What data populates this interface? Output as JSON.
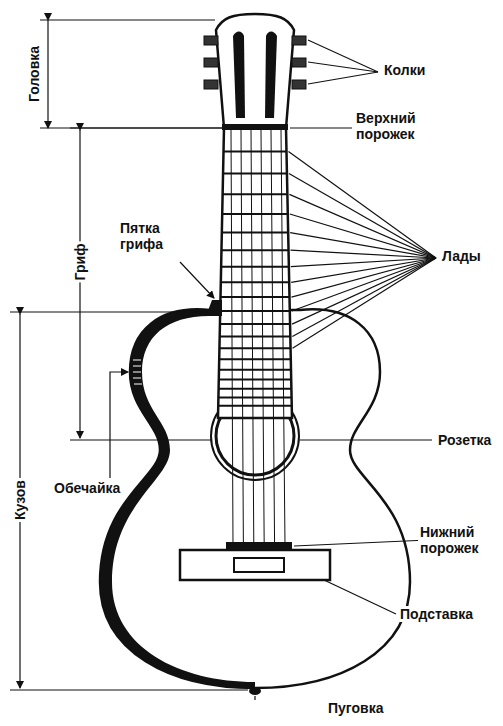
{
  "diagram": {
    "labels": [
      "Головка",
      "Колки",
      "Верхний порожек",
      "Гриф",
      "Пятка грифа",
      "Лады",
      "Розетка",
      "Обечайка",
      "Кузов",
      "Нижний порожек",
      "Подставка",
      "Пуговка"
    ]
  }
}
